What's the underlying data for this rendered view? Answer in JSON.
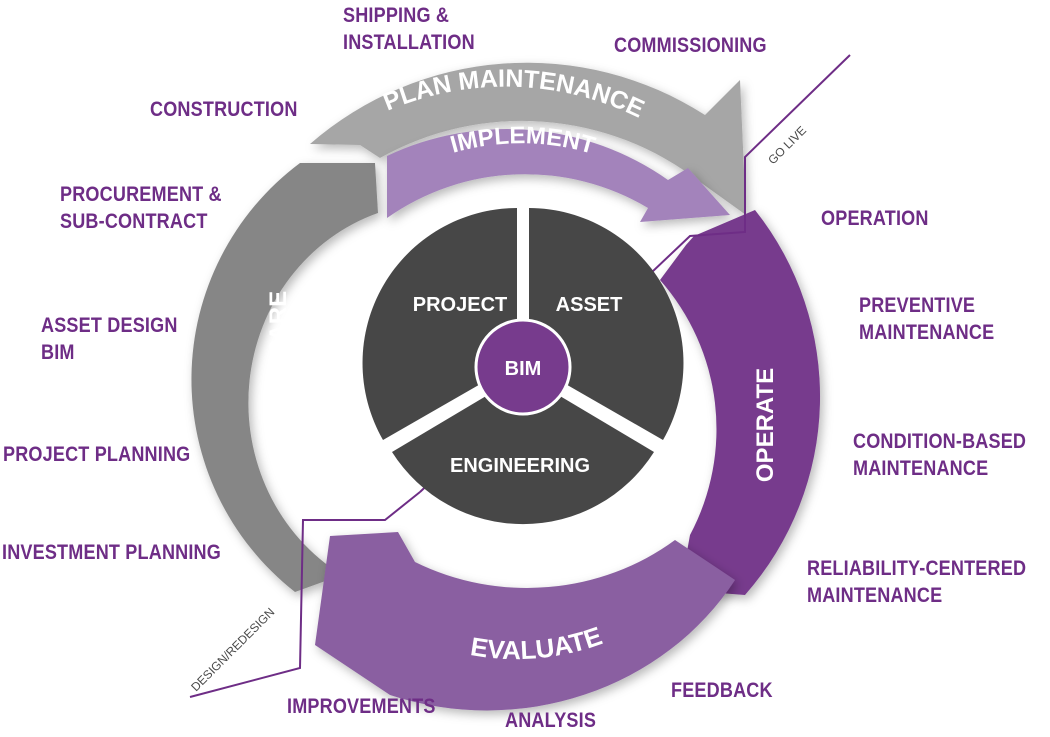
{
  "colors": {
    "label_purple": "#6e2d86",
    "prepare_gray": "#868686",
    "plan_maintenance_gray": "#a6a6a6",
    "implement_lilac": "#a383bb",
    "operate_purple": "#773b8d",
    "evaluate_purple": "#8a5fa1",
    "core_dark": "#474747",
    "bim_purple": "#773b8d"
  },
  "core": {
    "center": "BIM",
    "segments": [
      "PROJECT",
      "ASSET",
      "ENGINEERING"
    ]
  },
  "stages": {
    "plan_maintenance": "PLAN MAINTENANCE",
    "implement": "IMPLEMENT",
    "prepare": "PREPARE",
    "operate": "OPERATE",
    "evaluate": "EVALUATE"
  },
  "milestones": {
    "go_live": "GO LIVE",
    "design_redesign": "DESIGN/REDESIGN"
  },
  "labels": {
    "shipping": [
      "SHIPPING &",
      "INSTALLATION"
    ],
    "commissioning": [
      "COMMISSIONING"
    ],
    "construction": [
      "CONSTRUCTION"
    ],
    "procurement": [
      "PROCUREMENT &",
      "SUB-CONTRACT"
    ],
    "asset_design": [
      "ASSET DESIGN",
      "BIM"
    ],
    "project_planning": [
      "PROJECT PLANNING"
    ],
    "investment_planning": [
      "INVESTMENT PLANNING"
    ],
    "operation": [
      "OPERATION"
    ],
    "preventive": [
      "PREVENTIVE",
      "MAINTENANCE"
    ],
    "condition_based": [
      "CONDITION-BASED",
      "MAINTENANCE"
    ],
    "reliability": [
      "RELIABILITY-CENTERED",
      "MAINTENANCE"
    ],
    "feedback": [
      "FEEDBACK"
    ],
    "analysis": [
      "ANALYSIS"
    ],
    "improvements": [
      "IMPROVEMENTS"
    ]
  }
}
